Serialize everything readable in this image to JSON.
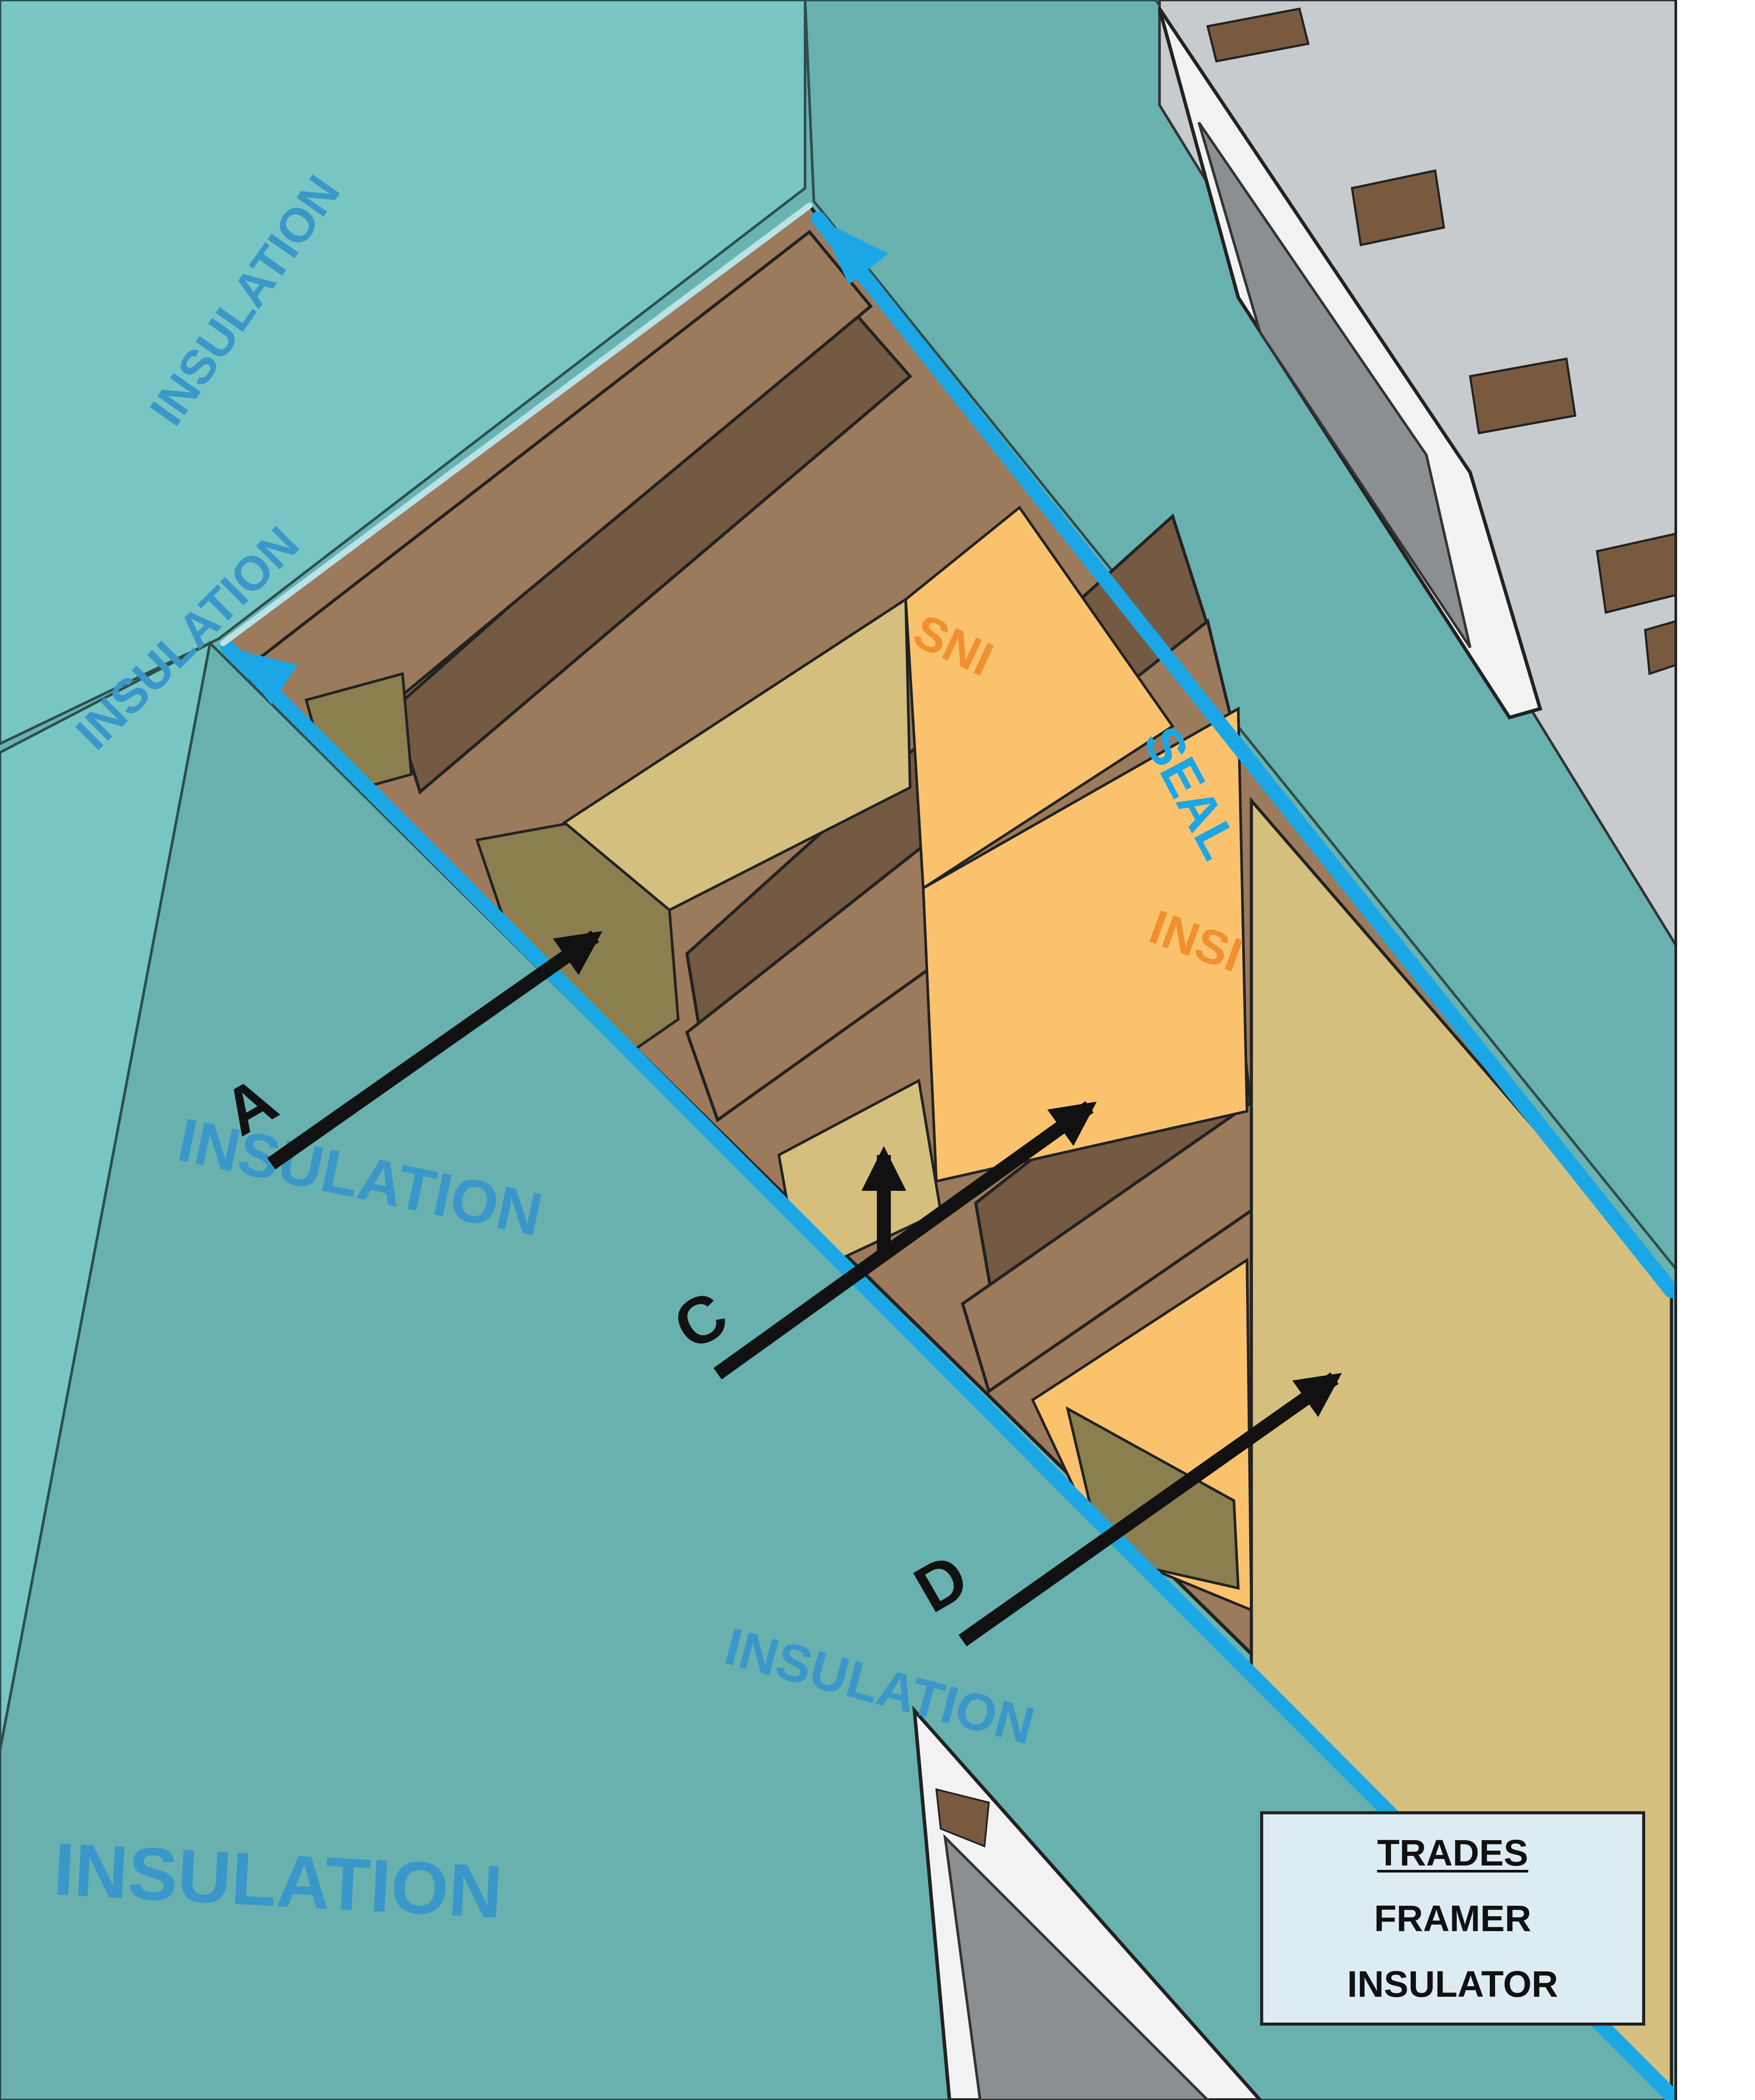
{
  "colors": {
    "wrap_blue": "#1ba7e6",
    "sheathing_teal": "#6ab3b1",
    "sheathing_light": "#78c6c4",
    "wood_brown": "#9c7a5c",
    "wood_dark": "#745a42",
    "batt_yellow": "#d4bf7e",
    "batt_orange": "#fbc26e",
    "siding_gray": "#c8cbce",
    "arrow_black": "#111111"
  },
  "sheathing_print": "INSULATION",
  "batt_print_a": "SNI",
  "batt_print_b": "INSI",
  "seal_label": "SEAL",
  "callouts": [
    {
      "letter": "A",
      "icon": "arrow-icon"
    },
    {
      "letter": "C",
      "icon": "arrow-icon"
    },
    {
      "letter": "D",
      "icon": "arrow-icon"
    }
  ],
  "trades": {
    "heading": "TRADES",
    "items": [
      "FRAMER",
      "INSULATOR"
    ]
  }
}
